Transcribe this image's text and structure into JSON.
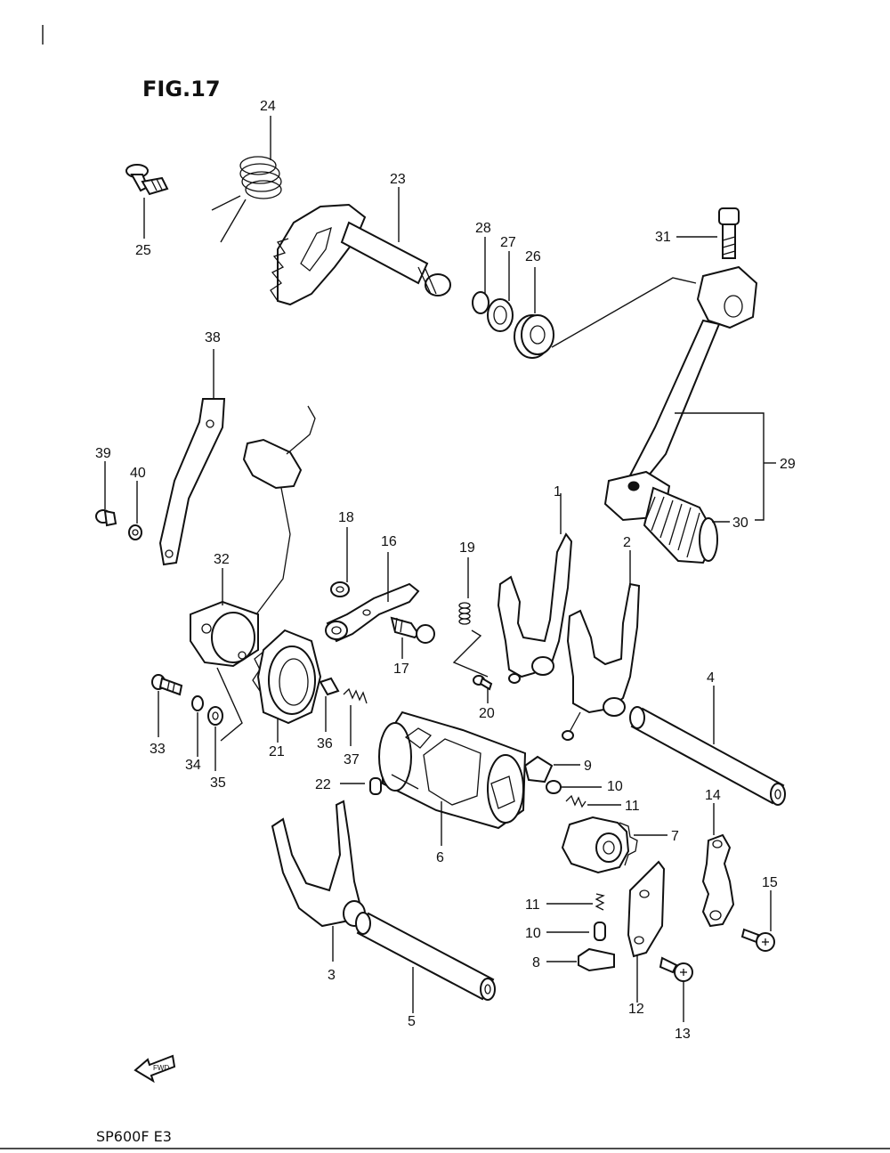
{
  "figure": {
    "title": "FIG.17",
    "model": "SP600F  E3",
    "fwd_label": "FWD"
  },
  "callouts": {
    "p1": "1",
    "p2": "2",
    "p3": "3",
    "p4": "4",
    "p5": "5",
    "p6": "6",
    "p7": "7",
    "p8": "8",
    "p9": "9",
    "p10a": "10",
    "p10b": "10",
    "p11a": "11",
    "p11b": "11",
    "p12": "12",
    "p13": "13",
    "p14": "14",
    "p15": "15",
    "p16": "16",
    "p17": "17",
    "p18": "18",
    "p19": "19",
    "p20": "20",
    "p21": "21",
    "p22": "22",
    "p23": "23",
    "p24": "24",
    "p25": "25",
    "p26": "26",
    "p27": "27",
    "p28": "28",
    "p29": "29",
    "p30": "30",
    "p31": "31",
    "p32": "32",
    "p33": "33",
    "p34": "34",
    "p35": "35",
    "p36": "36",
    "p37": "37",
    "p38": "38",
    "p39": "39",
    "p40": "40"
  }
}
